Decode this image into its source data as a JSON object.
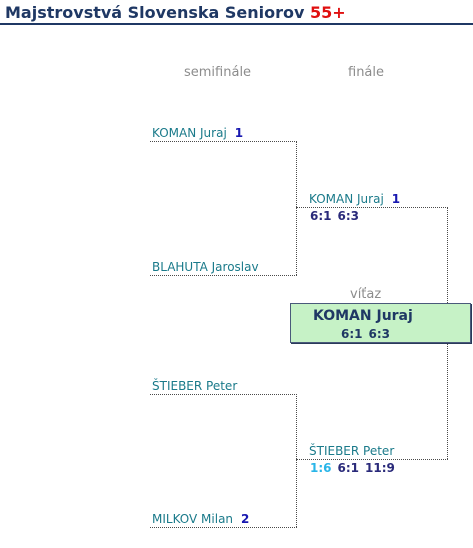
{
  "title": {
    "main": "Majstrovstvá Slovenska Seniorov",
    "highlight": "55+"
  },
  "rounds": {
    "semifinal": "semifinále",
    "final": "finále",
    "winner": "víťaz"
  },
  "semifinal": {
    "top": [
      {
        "name": "KOMAN Juraj",
        "seed": "1"
      },
      {
        "name": "BLAHUTA Jaroslav",
        "seed": ""
      }
    ],
    "bottom": [
      {
        "name": "ŠTIEBER Peter",
        "seed": ""
      },
      {
        "name": "MILKOV Milan",
        "seed": "2"
      }
    ]
  },
  "final": {
    "top": {
      "name": "KOMAN Juraj",
      "seed": "1",
      "score": [
        "6:1",
        "6:3"
      ]
    },
    "bottom": {
      "name": "ŠTIEBER Peter",
      "seed": "",
      "score": [
        "1:6",
        "6:1",
        "11:9"
      ]
    }
  },
  "champion": {
    "name": "KOMAN Juraj",
    "score": [
      "6:1",
      "6:3"
    ]
  },
  "colors": {
    "title": "#1f3864",
    "highlight": "#e01010",
    "player": "#1a7a8a",
    "seed": "#1818b0",
    "score": "#2a2a7a",
    "score_alt": "#29b5e8",
    "winner_bg": "#c6f2c6"
  }
}
